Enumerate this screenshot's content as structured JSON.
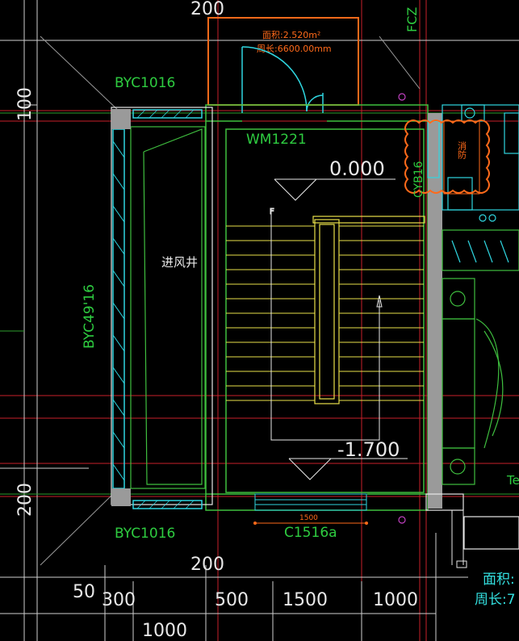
{
  "labels": {
    "dim_top": "200",
    "dim_left_100": "100",
    "dim_left_200": "200",
    "dim_mid_200": "200",
    "dim_50": "50",
    "dim_300": "300",
    "dim_500": "500",
    "dim_1500": "1500",
    "dim_1000_a": "1000",
    "dim_1000_b": "1000",
    "dim_c1516_small": "1500",
    "byc1016_top": "BYC1016",
    "byc1016_bottom": "BYC1016",
    "byc4916": "BYC49'16",
    "wm1221": "WM1221",
    "c1516": "C1516a",
    "cyb16": "CYB16",
    "fcz": "FCZ",
    "shaft": "进风井",
    "level_0": "0.000",
    "level_neg": "-1.700",
    "area_orange": "面积:2.520m²",
    "perim_orange": "周长:6600.00mm",
    "fire_box": "消防",
    "area_right": "面积:",
    "perim_right": "周长:7",
    "te": "Te",
    "up_mark": "F"
  },
  "colors": {
    "background": "#000000",
    "grid_red": "#c8202a",
    "wall_green": "#3fbf3f",
    "stair_yellow": "#e8e04a",
    "window_cyan": "#2fd6e0",
    "orange": "#ff6a1a",
    "white": "#e8e8e8",
    "column_gray": "#9a9a9a",
    "magenta": "#c040c0"
  }
}
